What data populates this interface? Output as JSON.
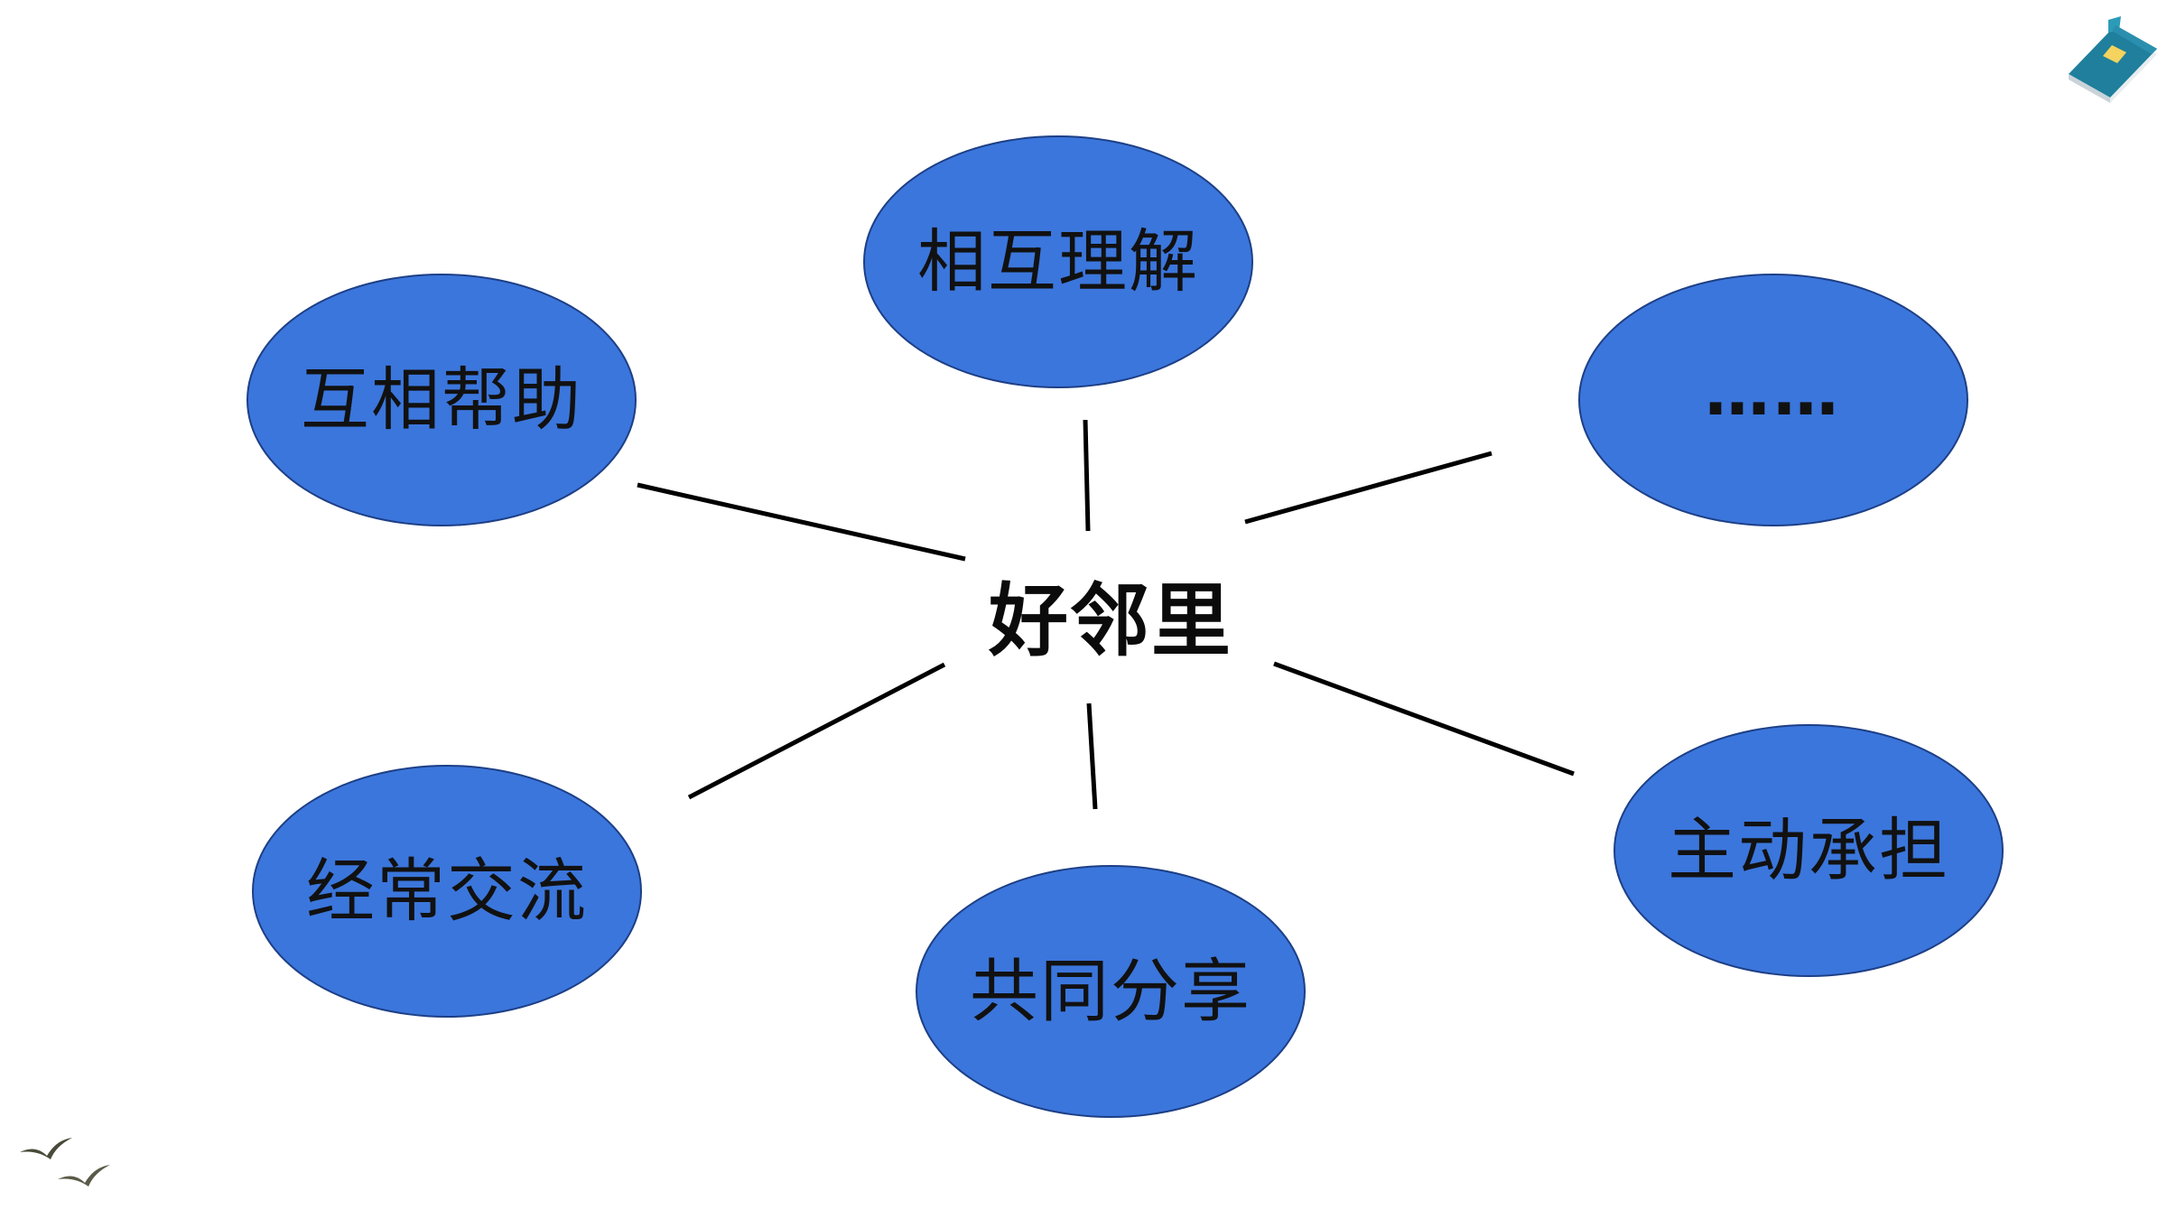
{
  "diagram": {
    "center": "好邻里",
    "nodes": [
      {
        "id": "mutual-understanding",
        "label": "相互理解"
      },
      {
        "id": "mutual-help",
        "label": "互相帮助"
      },
      {
        "id": "more",
        "label": "……"
      },
      {
        "id": "frequent-communication",
        "label": "经常交流"
      },
      {
        "id": "sharing-together",
        "label": "共同分享"
      },
      {
        "id": "take-responsibility",
        "label": "主动承担"
      }
    ]
  },
  "colors": {
    "node_fill": "#3b76dc",
    "node_border": "#1d3f86",
    "line": "#000000",
    "text": "#111111"
  },
  "icons": {
    "top_right": "book-icon",
    "bottom_left": "birds-icon"
  }
}
